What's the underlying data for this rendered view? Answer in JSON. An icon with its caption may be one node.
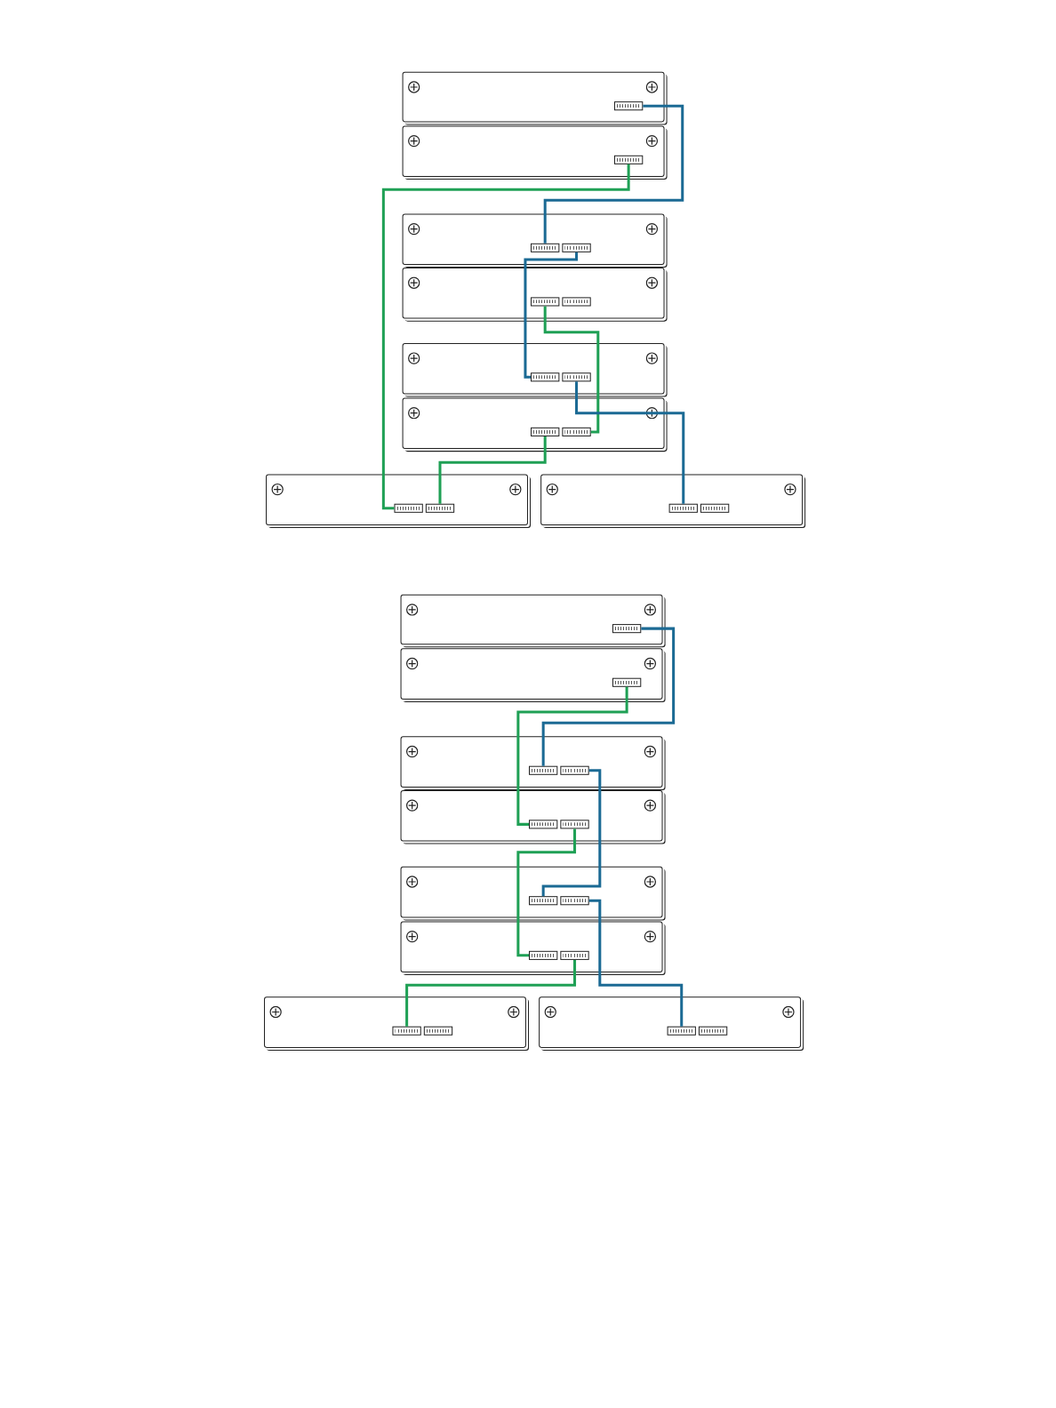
{
  "diagram": {
    "nodes": [
      {
        "text": [],
        "shape": "box"
      },
      {
        "text": [],
        "shape": "box",
        "in": 0
      },
      {
        "text": [],
        "shape": "box"
      },
      {
        "text": [],
        "shape": "box",
        "in": 2
      },
      {
        "text": [],
        "shape": "box"
      },
      {
        "text": [],
        "shape": "box",
        "in": 4
      },
      {
        "text": [],
        "shape": "box",
        "in": 4
      },
      {
        "text": [],
        "shape": "box"
      },
      {
        "text": [],
        "shape": "box",
        "in": 7
      },
      {
        "text": [],
        "shape": "box",
        "in": 7
      },
      {
        "text": [],
        "shape": "box"
      },
      {
        "text": [],
        "shape": "box",
        "in": 10
      },
      {
        "text": [],
        "shape": "box",
        "in": 10
      },
      {
        "text": [],
        "shape": "box"
      },
      {
        "text": [],
        "shape": "box",
        "in": 13
      },
      {
        "text": [],
        "shape": "box",
        "in": 13
      },
      {
        "text": [],
        "shape": "box"
      },
      {
        "text": [],
        "shape": "box",
        "in": 16
      },
      {
        "text": [],
        "shape": "box",
        "in": 16
      },
      {
        "text": [],
        "shape": "box"
      },
      {
        "text": [],
        "shape": "box",
        "in": 19
      },
      {
        "text": [],
        "shape": "box",
        "in": 19
      },
      {
        "text": [],
        "shape": "box"
      },
      {
        "text": [],
        "shape": "box",
        "in": 22
      },
      {
        "text": [],
        "shape": "box"
      },
      {
        "text": [],
        "shape": "box",
        "in": 24
      },
      {
        "text": [],
        "shape": "box"
      },
      {
        "text": [],
        "shape": "box",
        "in": 26
      },
      {
        "text": [],
        "shape": "box",
        "in": 26
      },
      {
        "text": [],
        "shape": "box"
      },
      {
        "text": [],
        "shape": "box",
        "in": 29
      },
      {
        "text": [],
        "shape": "box",
        "in": 29
      },
      {
        "text": [],
        "shape": "box"
      },
      {
        "text": [],
        "shape": "box",
        "in": 32
      },
      {
        "text": [],
        "shape": "box",
        "in": 32
      },
      {
        "text": [],
        "shape": "box"
      },
      {
        "text": [],
        "shape": "box",
        "in": 35
      },
      {
        "text": [],
        "shape": "box",
        "in": 35
      },
      {
        "text": [],
        "shape": "box"
      },
      {
        "text": [],
        "shape": "box",
        "in": 38
      },
      {
        "text": [],
        "shape": "box",
        "in": 38
      },
      {
        "text": [],
        "shape": "box"
      },
      {
        "text": [],
        "shape": "box",
        "in": 41
      },
      {
        "text": [],
        "shape": "box",
        "in": 41
      }
    ],
    "edges": [
      {
        "from": 1,
        "to": 5,
        "arrow": "none",
        "color": "#1b6a94"
      },
      {
        "from": 3,
        "to": 17,
        "arrow": "none",
        "color": "#1fa055"
      },
      {
        "from": 6,
        "to": 11,
        "arrow": "none",
        "color": "#1b6a94"
      },
      {
        "from": 8,
        "to": 15,
        "arrow": "none",
        "color": "#1fa055"
      },
      {
        "from": 12,
        "to": 20,
        "arrow": "none",
        "color": "#1b6a94"
      },
      {
        "from": 14,
        "to": 18,
        "arrow": "none",
        "color": "#1fa055"
      },
      {
        "from": 23,
        "to": 27,
        "arrow": "none",
        "color": "#1b6a94"
      },
      {
        "from": 25,
        "to": 30,
        "arrow": "none",
        "color": "#1fa055"
      },
      {
        "from": 28,
        "to": 33,
        "arrow": "none",
        "color": "#1b6a94"
      },
      {
        "from": 31,
        "to": 36,
        "arrow": "none",
        "color": "#1fa055"
      },
      {
        "from": 34,
        "to": 42,
        "arrow": "none",
        "color": "#1b6a94"
      },
      {
        "from": 37,
        "to": 39,
        "arrow": "none",
        "color": "#1fa055"
      }
    ]
  }
}
